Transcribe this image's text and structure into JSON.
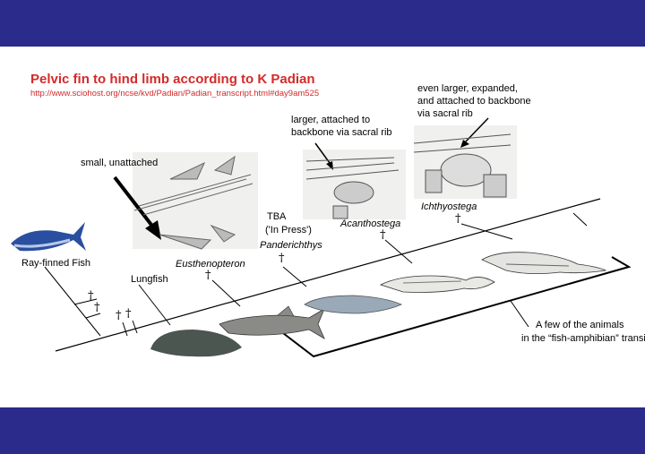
{
  "title": "Pelvic fin to hind limb according to K Padian",
  "source_url": "http://www.sciohost.org/ncse/kvd/Padian/Padian_transcript.html#day9am525",
  "taxa": {
    "ray_finned_fish": "Ray-finned Fish",
    "lungfish": "Lungfish",
    "eusthenopteron": "Eusthenopteron",
    "tba": "TBA",
    "in_press": "('In Press')",
    "panderichthys": "Panderichthys",
    "acanthostega": "Acanthostega",
    "ichthyostega": "Ichthyostega"
  },
  "annotations": {
    "small_unattached": "small, unattached",
    "larger_line1": "larger, attached to",
    "larger_line2": "backbone via sacral rib",
    "even_larger_line1": "even larger, expanded,",
    "even_larger_line2": "and attached to backbone",
    "even_larger_line3": "via sacral rib",
    "transition_line1": "A few of the animals",
    "transition_line2": "in the “fish-amphibian” transition"
  },
  "dagger": "†",
  "colors": {
    "band": "#2b2b8c",
    "title": "#d42a2a"
  }
}
